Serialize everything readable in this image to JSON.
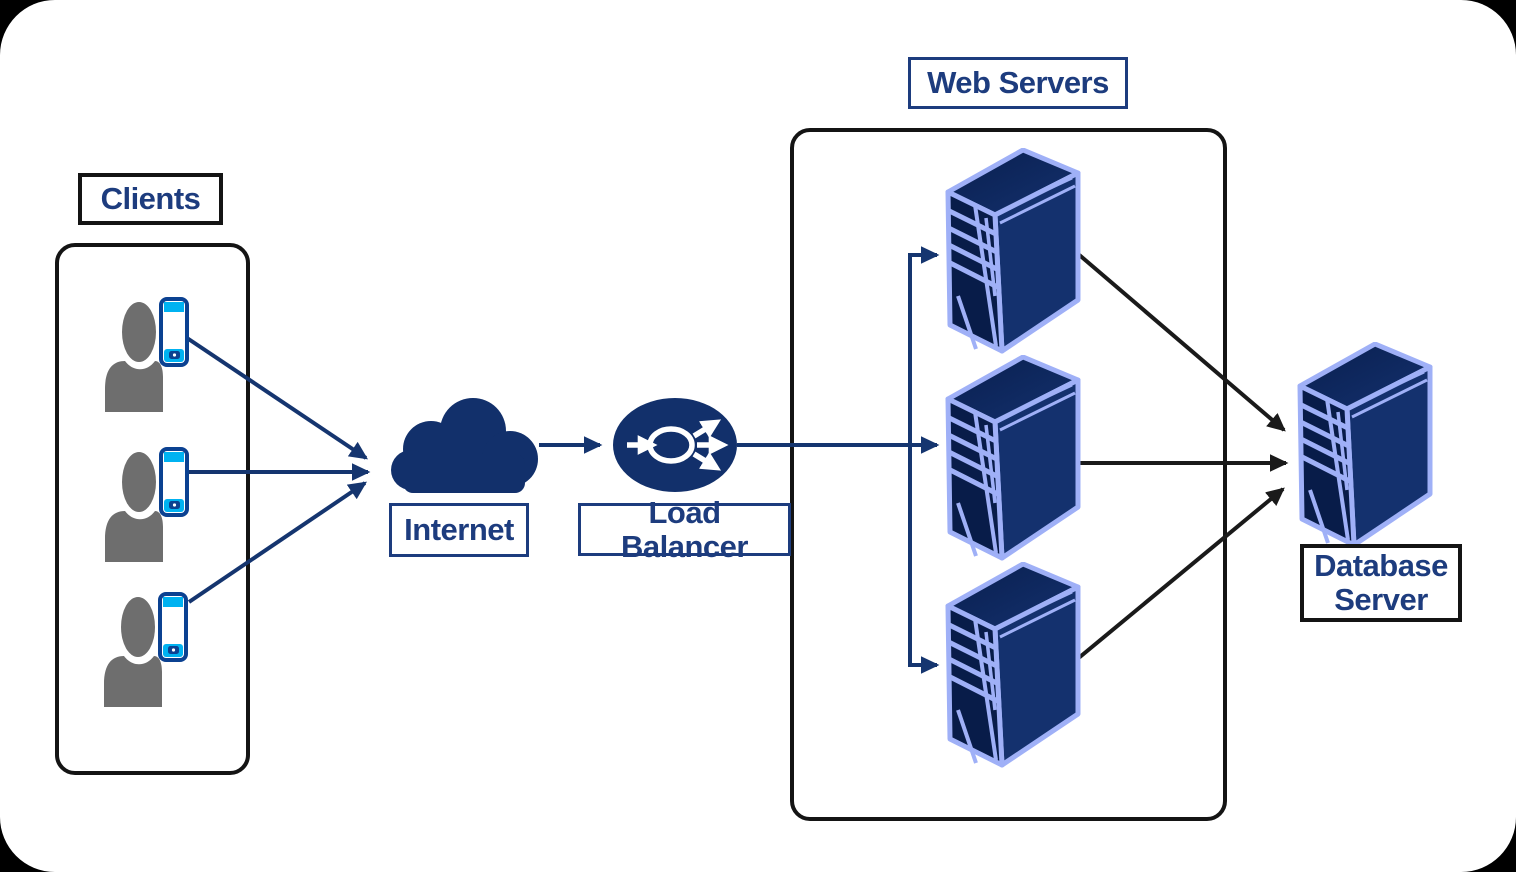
{
  "labels": {
    "clients": "Clients",
    "internet": "Internet",
    "load_balancer": "Load Balancer",
    "web_servers": "Web Servers",
    "database_server": "Database Server"
  },
  "colors": {
    "page_background": "#000000",
    "canvas": "#ffffff",
    "navy_line": "#15356f",
    "navy_fill": "#12306b",
    "label_text": "#1d3c7e",
    "black_line": "#1a1a1a",
    "server_outline": "#9fb0f7",
    "server_front": "#081c49",
    "server_side": "#14316e",
    "person_gray": "#6e6e6e",
    "phone_border": "#0b4191",
    "phone_accent": "#00b2f1"
  },
  "diagram": {
    "type": "system-architecture",
    "nodes": [
      {
        "id": "clients",
        "label": "Clients",
        "icon": "user-with-phone-icon",
        "count": 3,
        "grouped": true
      },
      {
        "id": "internet",
        "label": "Internet",
        "icon": "cloud-icon"
      },
      {
        "id": "load_balancer",
        "label": "Load Balancer",
        "icon": "load-balancer-icon"
      },
      {
        "id": "web_servers",
        "label": "Web Servers",
        "icon": "server-tower-icon",
        "count": 3,
        "grouped": true
      },
      {
        "id": "database_server",
        "label": "Database Server",
        "icon": "server-tower-icon"
      }
    ],
    "edges": [
      {
        "from": "client-1",
        "to": "internet",
        "color": "navy"
      },
      {
        "from": "client-2",
        "to": "internet",
        "color": "navy"
      },
      {
        "from": "client-3",
        "to": "internet",
        "color": "navy"
      },
      {
        "from": "internet",
        "to": "load_balancer",
        "color": "navy"
      },
      {
        "from": "load_balancer",
        "to": "web-server-1",
        "color": "navy"
      },
      {
        "from": "load_balancer",
        "to": "web-server-2",
        "color": "navy"
      },
      {
        "from": "load_balancer",
        "to": "web-server-3",
        "color": "navy"
      },
      {
        "from": "web-server-1",
        "to": "database_server",
        "color": "black"
      },
      {
        "from": "web-server-2",
        "to": "database_server",
        "color": "black"
      },
      {
        "from": "web-server-3",
        "to": "database_server",
        "color": "black"
      }
    ]
  }
}
